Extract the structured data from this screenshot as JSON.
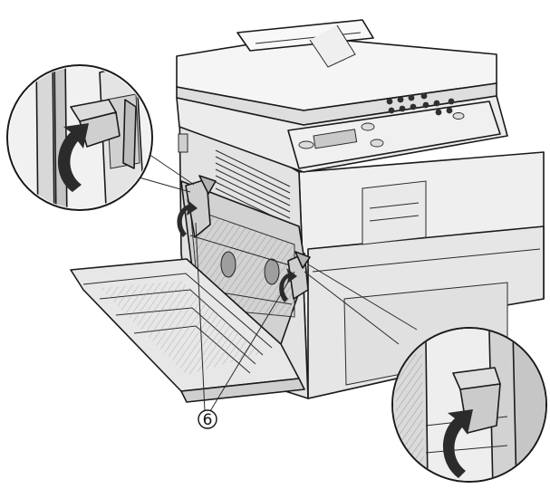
{
  "callout": {
    "label": "6"
  },
  "colors": {
    "ink": "#1a1a1a",
    "body_light": "#f2f2f2",
    "body_mid": "#dcdcdc",
    "body_dark": "#b9b9b9",
    "shadow": "#8f8f8f",
    "arrow_fill": "#2b2b2b"
  },
  "icons": {
    "top_left_magnifier": "lever-rotate-detail",
    "bottom_right_magnifier": "lever-rotate-detail"
  }
}
